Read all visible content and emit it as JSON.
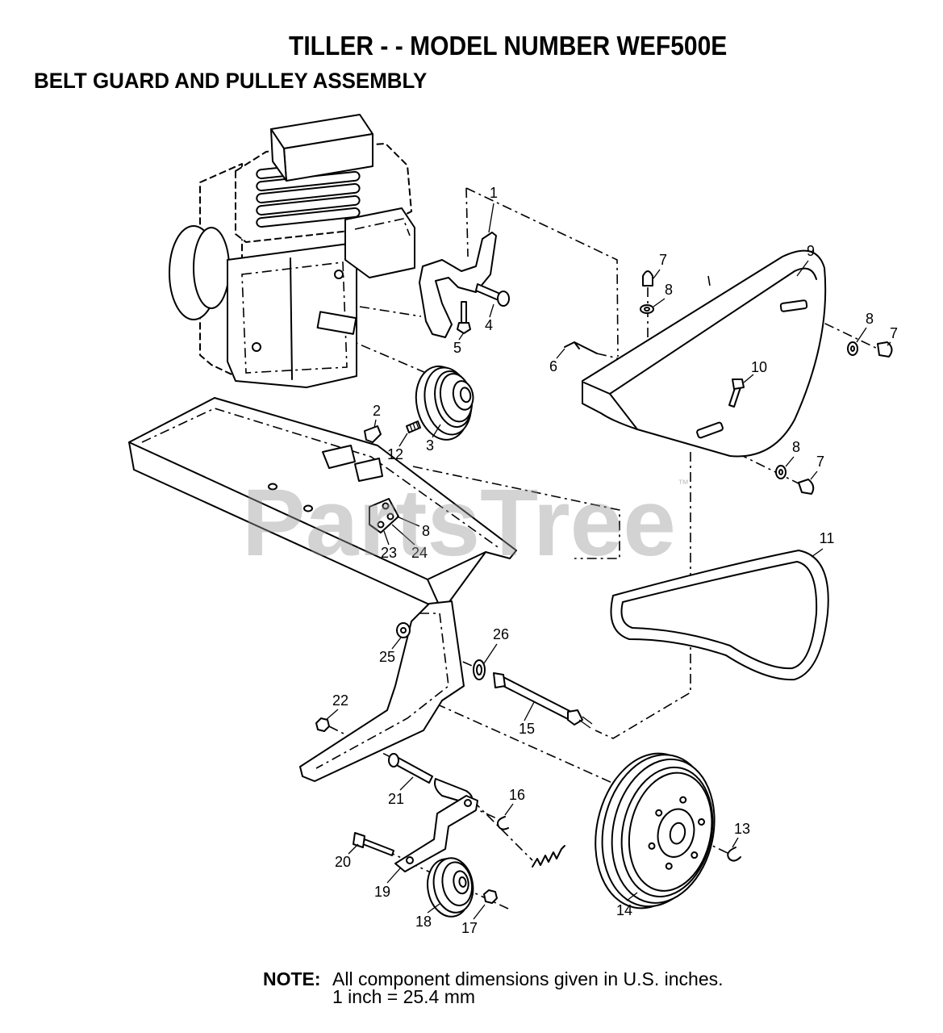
{
  "title": "TILLER - - MODEL NUMBER WEF500E",
  "subtitle": "BELT GUARD AND PULLEY ASSEMBLY",
  "watermark": {
    "text": "PartsTree",
    "mark": "™"
  },
  "callouts": [
    "1",
    "4",
    "5",
    "7",
    "8",
    "9",
    "8",
    "7",
    "6",
    "10",
    "2",
    "12",
    "3",
    "8",
    "7",
    "11",
    "8",
    "24",
    "23",
    "25",
    "26",
    "22",
    "15",
    "21",
    "16",
    "13",
    "20",
    "19",
    "18",
    "17",
    "14"
  ],
  "note": {
    "label": "NOTE:",
    "line1": "All component dimensions given in U.S. inches.",
    "line2": "1 inch = 25.4 mm"
  }
}
